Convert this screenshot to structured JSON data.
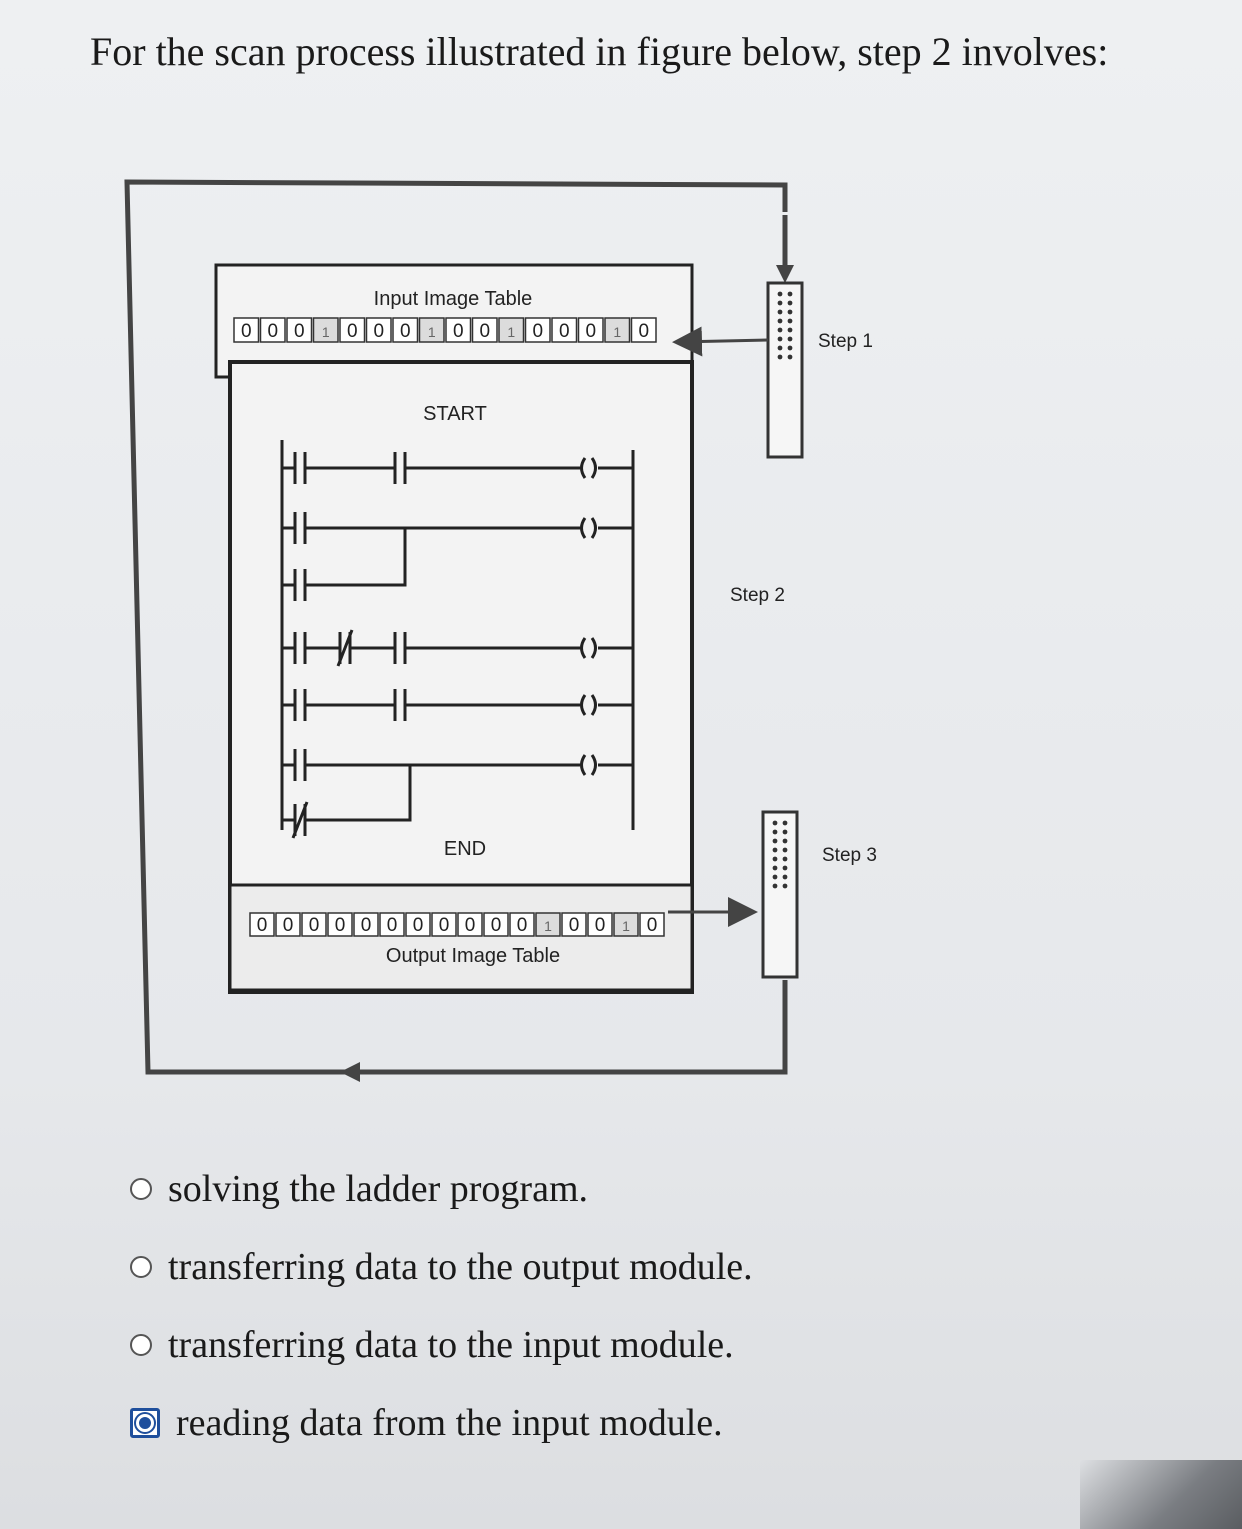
{
  "question": "For the scan process illustrated in figure below, step 2 involves:",
  "figure": {
    "input_table_label": "Input Image Table",
    "input_bits": [
      "0",
      "0",
      "0",
      "1",
      "0",
      "0",
      "0",
      "1",
      "0",
      "0",
      "1",
      "0",
      "0",
      "0",
      "1",
      "0"
    ],
    "output_table_label": "Output Image Table",
    "output_bits": [
      "0",
      "0",
      "0",
      "0",
      "0",
      "0",
      "0",
      "0",
      "0",
      "0",
      "0",
      "1",
      "0",
      "0",
      "1",
      "0"
    ],
    "start_label": "START",
    "end_label": "END",
    "step1_label": "Step 1",
    "step2_label": "Step 2",
    "step3_label": "Step 3"
  },
  "options": [
    {
      "label": "solving the ladder program.",
      "selected": false
    },
    {
      "label": "transferring data to the output module.",
      "selected": false
    },
    {
      "label": "transferring data to the input module.",
      "selected": false
    },
    {
      "label": "reading data from the input module.",
      "selected": true
    }
  ],
  "colors": {
    "selected_radio": "#1f4f9c"
  }
}
